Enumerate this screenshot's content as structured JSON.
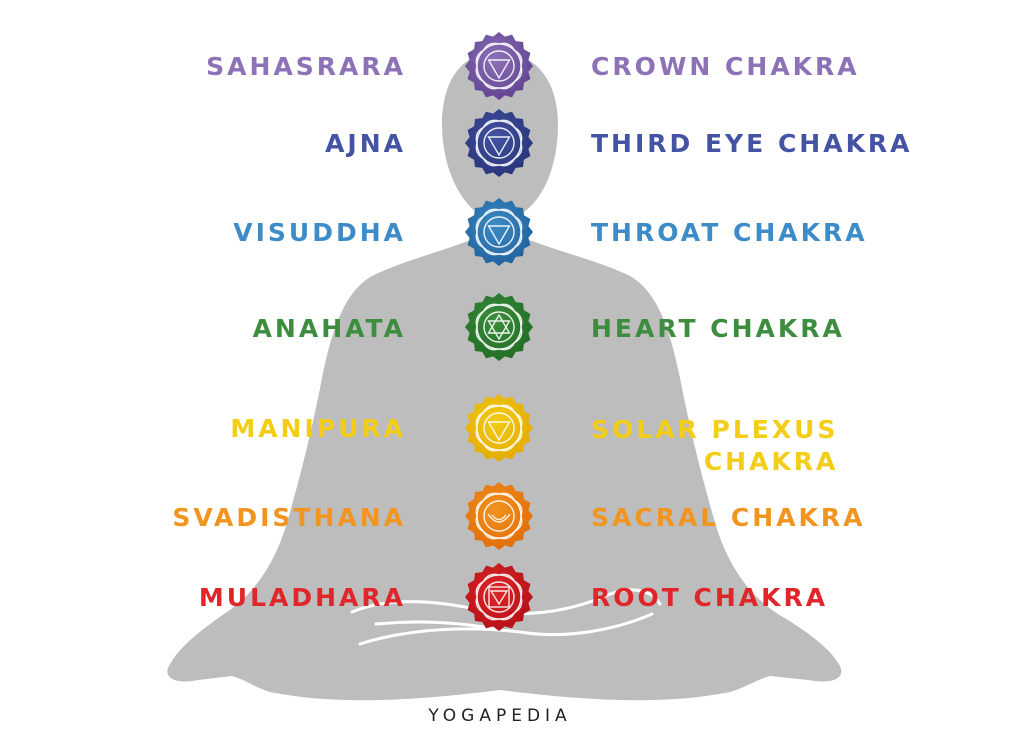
{
  "brand": "YOGAPEDIA",
  "silhouette_color": "#bdbdbd",
  "chakras": [
    {
      "sanskrit": "SAHASRARA",
      "english": "CROWN CHAKRA",
      "color": "#8e72b8",
      "dark": "#5e3f8f"
    },
    {
      "sanskrit": "AJNA",
      "english": "THIRD EYE CHAKRA",
      "color": "#4453a3",
      "dark": "#263276"
    },
    {
      "sanskrit": "VISUDDHA",
      "english": "THROAT CHAKRA",
      "color": "#3d8cc7",
      "dark": "#1f5f9a"
    },
    {
      "sanskrit": "ANAHATA",
      "english": "HEART CHAKRA",
      "color": "#3c8d3e",
      "dark": "#1f6b22"
    },
    {
      "sanskrit": "MANIPURA",
      "english": "SOLAR PLEXUS CHAKRA",
      "english_lines": [
        "SOLAR PLEXUS",
        "CHAKRA"
      ],
      "color": "#f3cd16",
      "dark": "#e2a800"
    },
    {
      "sanskrit": "SVADISTHANA",
      "english": "SACRAL CHAKRA",
      "color": "#f29420",
      "dark": "#e06a05"
    },
    {
      "sanskrit": "MULADHARA",
      "english": "ROOT CHAKRA",
      "color": "#e0262a",
      "dark": "#b01015"
    }
  ]
}
